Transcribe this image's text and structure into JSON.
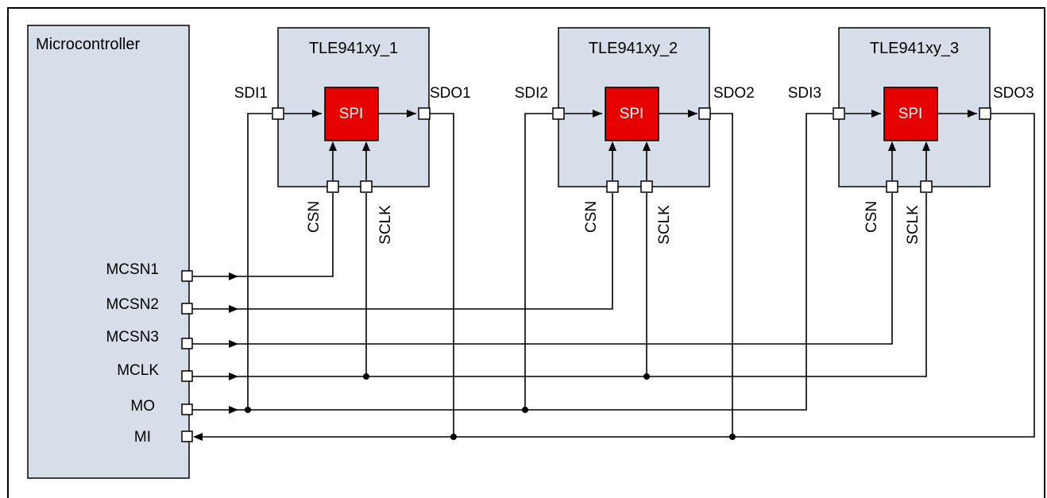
{
  "colors": {
    "block_fill": "#d6dfe9",
    "spi_fill": "#e60000",
    "line": "#000000",
    "background": "#ffffff"
  },
  "microcontroller": {
    "title": "Microcontroller",
    "pins": [
      "MCSN1",
      "MCSN2",
      "MCSN3",
      "MCLK",
      "MO",
      "MI"
    ]
  },
  "devices": [
    {
      "name": "TLE941xy_1",
      "sdi": "SDI1",
      "sdo": "SDO1",
      "core": "SPI",
      "csn": "CSN",
      "sclk": "SCLK"
    },
    {
      "name": "TLE941xy_2",
      "sdi": "SDI2",
      "sdo": "SDO2",
      "core": "SPI",
      "csn": "CSN",
      "sclk": "SCLK"
    },
    {
      "name": "TLE941xy_3",
      "sdi": "SDI3",
      "sdo": "SDO3",
      "core": "SPI",
      "csn": "CSN",
      "sclk": "SCLK"
    }
  ]
}
